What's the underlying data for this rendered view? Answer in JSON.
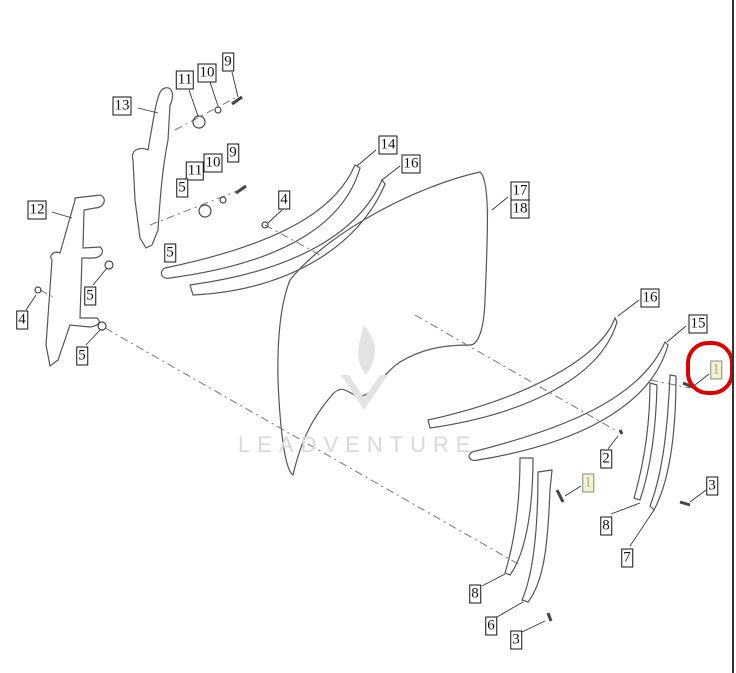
{
  "diagram": {
    "watermark": "LEADVENTURE",
    "highlight_color": "#e00000",
    "callouts": [
      {
        "id": "c9a",
        "text": "9"
      },
      {
        "id": "c11a",
        "text": "11"
      },
      {
        "id": "c10a",
        "text": "10"
      },
      {
        "id": "c13",
        "text": "13"
      },
      {
        "id": "c9b",
        "text": "9"
      },
      {
        "id": "c11b",
        "text": "11"
      },
      {
        "id": "c10b",
        "text": "10"
      },
      {
        "id": "c5a",
        "text": "5"
      },
      {
        "id": "c4a",
        "text": "4"
      },
      {
        "id": "c14",
        "text": "14"
      },
      {
        "id": "c16a",
        "text": "16"
      },
      {
        "id": "c17",
        "text": "17"
      },
      {
        "id": "c18",
        "text": "18"
      },
      {
        "id": "c12",
        "text": "12"
      },
      {
        "id": "c5b",
        "text": "5"
      },
      {
        "id": "c5c",
        "text": "5"
      },
      {
        "id": "c4b",
        "text": "4"
      },
      {
        "id": "c5d",
        "text": "5"
      },
      {
        "id": "c16b",
        "text": "16"
      },
      {
        "id": "c15",
        "text": "15"
      },
      {
        "id": "c1a",
        "text": "1",
        "highlighted": true
      },
      {
        "id": "c2",
        "text": "2"
      },
      {
        "id": "c1b",
        "text": "1",
        "highlighted": true
      },
      {
        "id": "c3a",
        "text": "3"
      },
      {
        "id": "c8a",
        "text": "8"
      },
      {
        "id": "c7",
        "text": "7"
      },
      {
        "id": "c8b",
        "text": "8"
      },
      {
        "id": "c6",
        "text": "6"
      },
      {
        "id": "c3b",
        "text": "3"
      }
    ]
  }
}
